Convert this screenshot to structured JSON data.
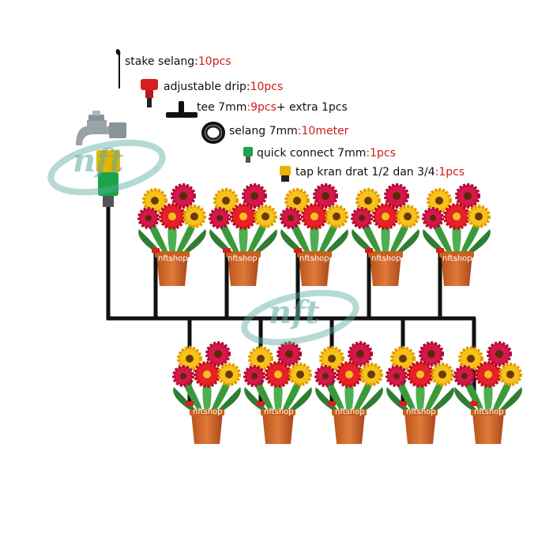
{
  "items": [
    {
      "name": "stake selang",
      "sep": " : ",
      "qty": "10pcs",
      "extra": ""
    },
    {
      "name": "adjustable drip",
      "sep": " : ",
      "qty": "10pcs",
      "extra": ""
    },
    {
      "name": "tee 7mm",
      "sep": " : ",
      "qty": "9pcs",
      "extra": " + extra 1pcs"
    },
    {
      "name": "selang 7mm",
      "sep": " : ",
      "qty": "10meter",
      "extra": ""
    },
    {
      "name": "quick connect 7mm",
      "sep": " :",
      "qty": "1pcs",
      "extra": ""
    },
    {
      "name": "tap kran drat 1/2 dan 3/4",
      "sep": " : ",
      "qty": "1pcs",
      "extra": ""
    }
  ],
  "watermark": "nft",
  "pot_label": "nftshop",
  "colors": {
    "accent_red": "#d11a1a",
    "hose": "#111111",
    "pot": "#d2691e",
    "watermark": "#5aaaa0"
  }
}
